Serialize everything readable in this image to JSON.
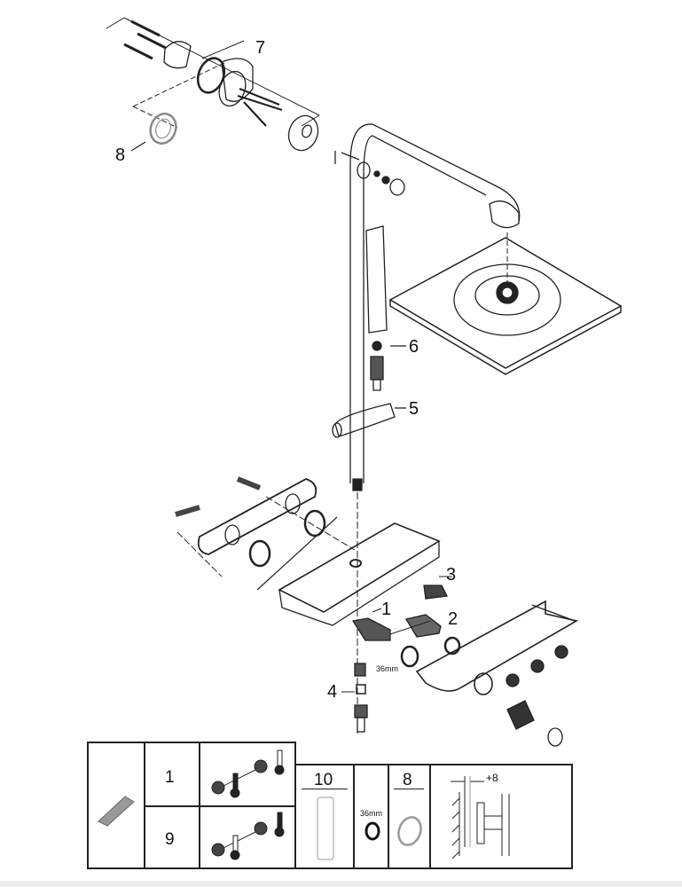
{
  "diagram": {
    "type": "exploded-parts-view",
    "subject": "shower system with thermostat shelf",
    "callouts": [
      "7",
      "8",
      "6",
      "5",
      "3",
      "2",
      "1",
      "4"
    ],
    "dimension_labels": {
      "wrench_size": "36mm"
    }
  },
  "legend_table": {
    "rows": [
      {
        "number": "1",
        "icon": "hot-cold-inlets-standard"
      },
      {
        "number": "9",
        "icon": "hot-cold-inlets-reversed"
      }
    ],
    "tool_number": "10",
    "wrench_label": "36mm",
    "ring_number": "8",
    "offset_label": "+8"
  },
  "colors": {
    "line": "#222222",
    "footer": "#ececec"
  }
}
